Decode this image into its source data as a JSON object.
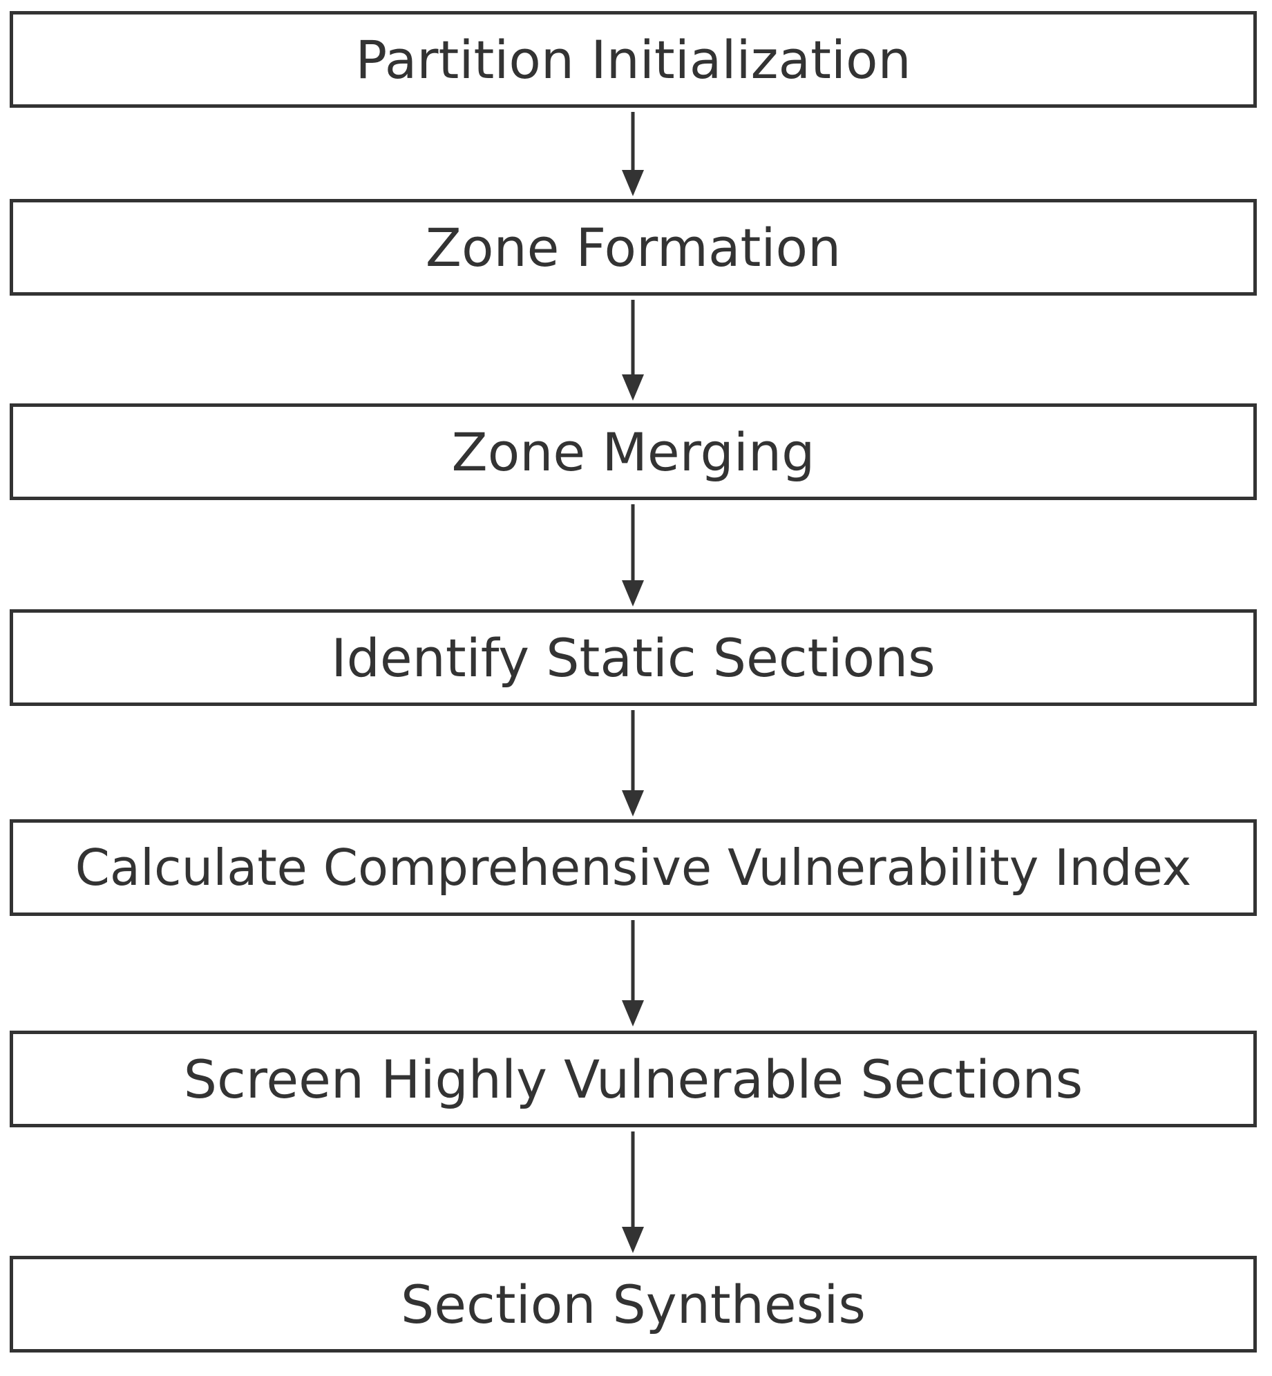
{
  "diagram": {
    "type": "vertical-flowchart",
    "line_color": "#333333",
    "box_fill": "#ffffff",
    "steps": [
      {
        "label": "Partition Initialization"
      },
      {
        "label": "Zone Formation"
      },
      {
        "label": "Zone Merging"
      },
      {
        "label": "Identify Static Sections"
      },
      {
        "label": "Calculate Comprehensive Vulnerability Index"
      },
      {
        "label": "Screen Highly Vulnerable Sections"
      },
      {
        "label": "Section Synthesis"
      }
    ],
    "connections": [
      {
        "from": 0,
        "to": 1
      },
      {
        "from": 1,
        "to": 2
      },
      {
        "from": 2,
        "to": 3
      },
      {
        "from": 3,
        "to": 4
      },
      {
        "from": 4,
        "to": 5
      },
      {
        "from": 5,
        "to": 6
      }
    ]
  }
}
